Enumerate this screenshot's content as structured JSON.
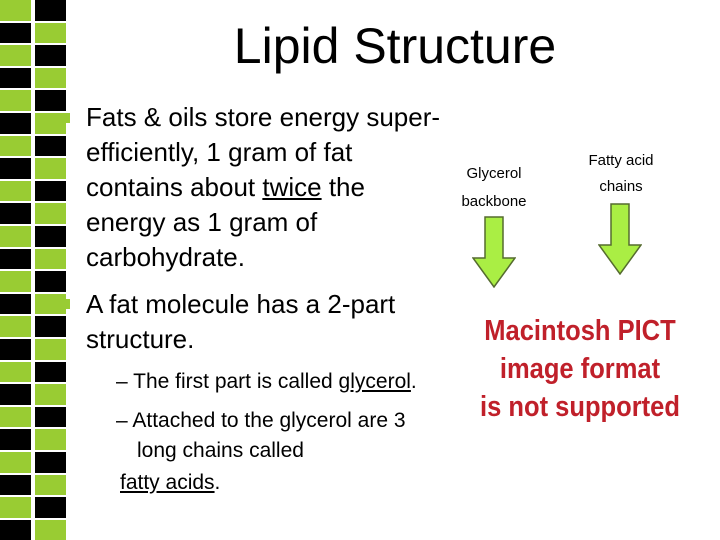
{
  "slide": {
    "title": "Lipid Structure",
    "bullets": [
      {
        "lines": [
          "Fats & oils store energy super-",
          "efficiently, 1 gram of fat",
          "contains about ",
          "twice",
          " the",
          "energy as 1 gram of",
          "carbohydrate."
        ]
      },
      {
        "lines": [
          "A fat molecule has a 2-part",
          "structure."
        ]
      }
    ],
    "subs": {
      "first_pre": "– The first part is called ",
      "first_term": "glycerol",
      "first_post": ".",
      "second_line1": "– Attached to the glycerol are 3",
      "second_line2": "long chains called",
      "second_term": "fatty acids",
      "second_post": "."
    },
    "labels": {
      "glycerol_1": "Glycerol",
      "glycerol_2": "backbone",
      "fatty_1": "Fatty acid",
      "fatty_2": "chains"
    },
    "image_placeholder": [
      "Macintosh PICT",
      "image format",
      "is not supported"
    ]
  },
  "colors": {
    "stripe_green": "#99cc33",
    "stripe_black": "#000000",
    "bullet": "#99cc33",
    "arrow_fill": "#aaee44",
    "placeholder_red": "#c0202a"
  }
}
